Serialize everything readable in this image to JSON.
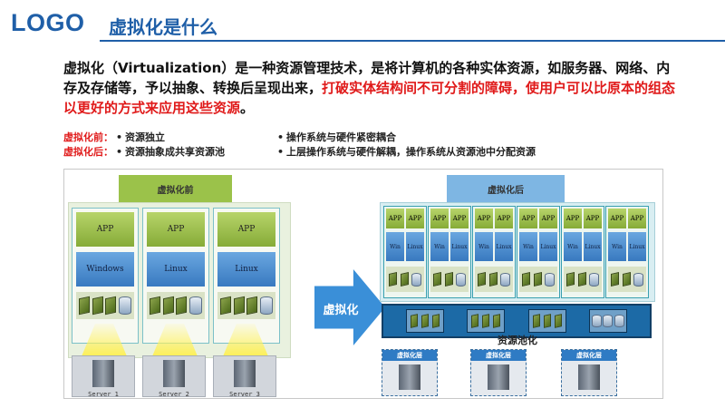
{
  "header": {
    "logo": "LOGO",
    "title": "虚拟化是什么"
  },
  "intro": {
    "part1": "虚拟化（Virtualization）是一种资源管理技术，是将计算机的各种实体资源，如服务器、网络、内存及存储等，予以抽象、转换后呈现出来，",
    "part2_red": "打破实体结构间不可分割的障碍，使用户可以比原本的组态以更好的方式来应用这些资源",
    "part3": "。"
  },
  "comparison": {
    "before_label": "虚拟化前：",
    "before_item1": "资源独立",
    "before_item2": "操作系统与硬件紧密耦合",
    "after_label": "虚拟化后：",
    "after_item1": "资源抽象成共享资源池",
    "after_item2": "上层操作系统与硬件解耦，操作系统从资源池中分配资源",
    "bullet": "•"
  },
  "diagram": {
    "before_title": "虚拟化前",
    "after_title": "虚拟化后",
    "arrow_label": "虚拟化",
    "app": "APP",
    "before_os": [
      "Windows",
      "Linux",
      "Linux"
    ],
    "servers": [
      "Server 1",
      "Server 2",
      "Server 3"
    ],
    "vm_os": [
      "Win",
      "Linux"
    ],
    "pool_label": "资源池化",
    "vlayer": "虚拟化层"
  },
  "colors": {
    "brand": "#1f5fa8",
    "highlight": "#e01a1a",
    "before_header": "#9bc24a",
    "after_header": "#7eb6e3",
    "pool": "#1c6aa6"
  }
}
